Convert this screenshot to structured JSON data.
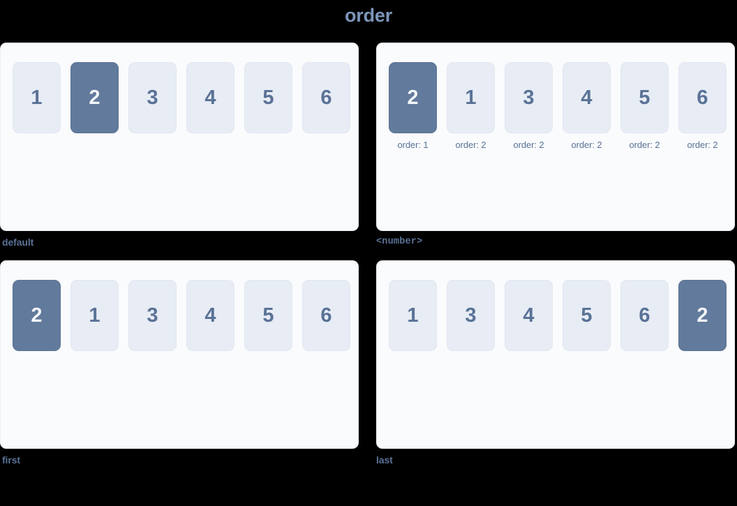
{
  "page": {
    "title": "order",
    "background_color": "#000000",
    "accent_color": "#627a9c",
    "text_color": "#5a7296",
    "title_color": "#7d95bb",
    "box_color": "#e7ecf5",
    "card_color": "#fafbfd"
  },
  "panels": [
    {
      "label": "default",
      "label_style": "text",
      "items": [
        {
          "number": "1",
          "selected": false,
          "note": ""
        },
        {
          "number": "2",
          "selected": true,
          "note": ""
        },
        {
          "number": "3",
          "selected": false,
          "note": ""
        },
        {
          "number": "4",
          "selected": false,
          "note": ""
        },
        {
          "number": "5",
          "selected": false,
          "note": ""
        },
        {
          "number": "6",
          "selected": false,
          "note": ""
        }
      ]
    },
    {
      "label": "<number>",
      "label_style": "mono",
      "items": [
        {
          "number": "2",
          "selected": true,
          "note": "order: 1"
        },
        {
          "number": "1",
          "selected": false,
          "note": "order: 2"
        },
        {
          "number": "3",
          "selected": false,
          "note": "order: 2"
        },
        {
          "number": "4",
          "selected": false,
          "note": "order: 2"
        },
        {
          "number": "5",
          "selected": false,
          "note": "order: 2"
        },
        {
          "number": "6",
          "selected": false,
          "note": "order: 2"
        }
      ]
    },
    {
      "label": "first",
      "label_style": "text",
      "items": [
        {
          "number": "2",
          "selected": true,
          "note": ""
        },
        {
          "number": "1",
          "selected": false,
          "note": ""
        },
        {
          "number": "3",
          "selected": false,
          "note": ""
        },
        {
          "number": "4",
          "selected": false,
          "note": ""
        },
        {
          "number": "5",
          "selected": false,
          "note": ""
        },
        {
          "number": "6",
          "selected": false,
          "note": ""
        }
      ]
    },
    {
      "label": "last",
      "label_style": "text",
      "items": [
        {
          "number": "1",
          "selected": false,
          "note": ""
        },
        {
          "number": "3",
          "selected": false,
          "note": ""
        },
        {
          "number": "4",
          "selected": false,
          "note": ""
        },
        {
          "number": "5",
          "selected": false,
          "note": ""
        },
        {
          "number": "6",
          "selected": false,
          "note": ""
        },
        {
          "number": "2",
          "selected": true,
          "note": ""
        }
      ]
    }
  ]
}
